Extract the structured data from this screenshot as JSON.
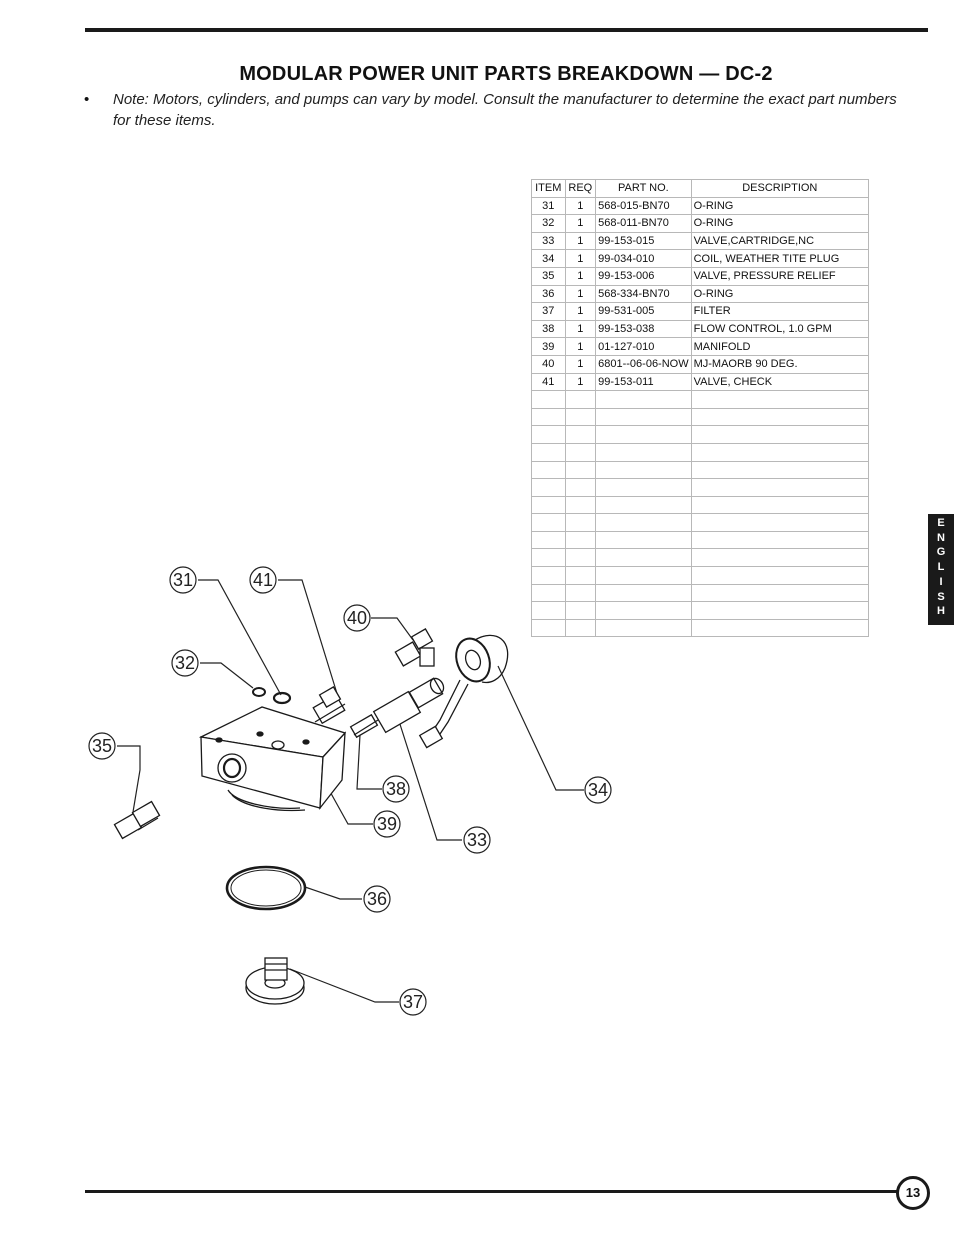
{
  "page": {
    "title": "MODULAR POWER UNIT PARTS BREAKDOWN — DC-2",
    "bullet": "•",
    "note": "Note:  Motors, cylinders, and pumps can vary by model.  Consult the manufacturer to determine the exact part numbers for these items.",
    "side_tab": [
      "E",
      "N",
      "G",
      "L",
      "I",
      "S",
      "H"
    ],
    "page_number": "13"
  },
  "table": {
    "headers": [
      "ITEM",
      "REQ",
      "PART NO.",
      "DESCRIPTION"
    ],
    "rows": [
      {
        "item": "31",
        "req": "1",
        "part": "568-015-BN70",
        "desc": "O-RING"
      },
      {
        "item": "32",
        "req": "1",
        "part": "568-011-BN70",
        "desc": "O-RING"
      },
      {
        "item": "33",
        "req": "1",
        "part": "99-153-015",
        "desc": "VALVE,CARTRIDGE,NC"
      },
      {
        "item": "34",
        "req": "1",
        "part": "99-034-010",
        "desc": "COIL, WEATHER TITE PLUG"
      },
      {
        "item": "35",
        "req": "1",
        "part": "99-153-006",
        "desc": "VALVE, PRESSURE RELIEF"
      },
      {
        "item": "36",
        "req": "1",
        "part": "568-334-BN70",
        "desc": "O-RING"
      },
      {
        "item": "37",
        "req": "1",
        "part": "99-531-005",
        "desc": "FILTER"
      },
      {
        "item": "38",
        "req": "1",
        "part": "99-153-038",
        "desc": "FLOW CONTROL, 1.0 GPM"
      },
      {
        "item": "39",
        "req": "1",
        "part": "01-127-010",
        "desc": "MANIFOLD"
      },
      {
        "item": "40",
        "req": "1",
        "part": "6801--06-06-NOW",
        "desc": "MJ-MAORB 90 DEG."
      },
      {
        "item": "41",
        "req": "1",
        "part": "99-153-011",
        "desc": "VALVE, CHECK"
      }
    ],
    "empty_rows": 14
  },
  "callouts": [
    "31",
    "41",
    "40",
    "32",
    "35",
    "38",
    "39",
    "33",
    "34",
    "36",
    "37"
  ]
}
